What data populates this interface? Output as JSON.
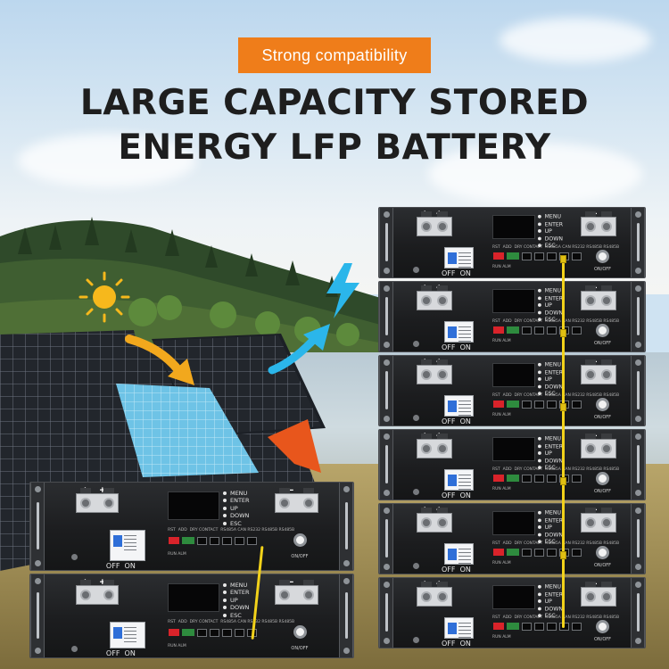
{
  "banner": {
    "badge_text": "Strong compatibility",
    "headline_line1": "LARGE CAPACITY STORED",
    "headline_line2": "ENERGY LFP BATTERY"
  },
  "battery_panel": {
    "menu_items": [
      "MENU",
      "ENTER",
      "UP",
      "DOWN",
      "ESC"
    ],
    "breaker_off": "OFF",
    "breaker_on": "ON",
    "rst_label": "RST",
    "add_label": "ADD",
    "dry_contact_label": "DRY CONTACT",
    "ports_label": "RS485A CAN   RS232   RS485B RS485B",
    "run_alm_label": "RUN  ALM",
    "power_label": "ON/OFF",
    "plus_symbol": "+",
    "minus_symbol": "−"
  },
  "colors": {
    "badge_bg": "#ef7d1a",
    "headline": "#1e1e1e",
    "battery_body": "#1c1d1f",
    "cable": "#f2d21a",
    "sun": "#f6b81c",
    "bolt": "#2bb6ea"
  },
  "icons": {
    "sun": "sun-icon",
    "lightning": "lightning-icon",
    "arrow": "curved-arrow-icon"
  }
}
